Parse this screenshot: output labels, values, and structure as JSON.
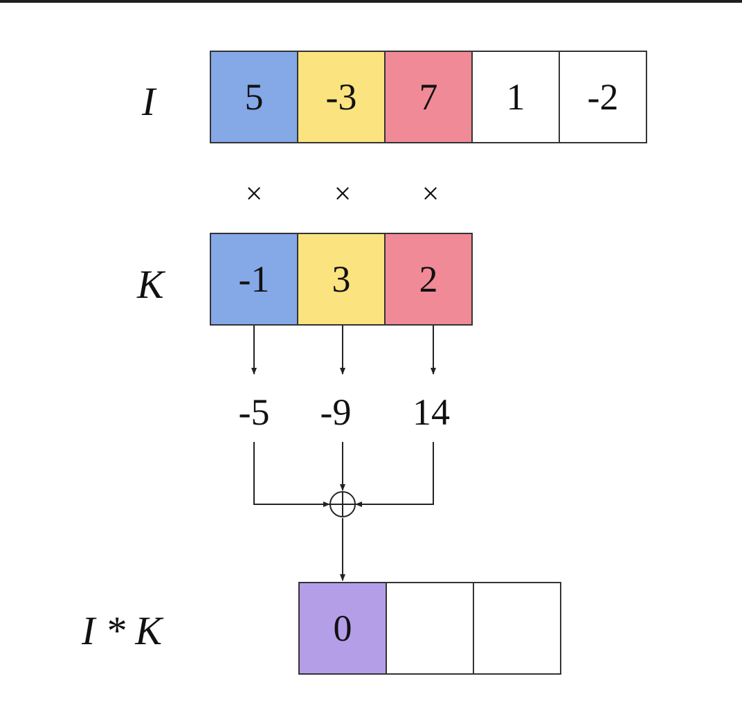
{
  "labels": {
    "input": "I",
    "kernel": "K",
    "output": "I * K"
  },
  "input_cells": [
    {
      "value": "5",
      "color": "#85a8e6"
    },
    {
      "value": "-3",
      "color": "#fbe37f"
    },
    {
      "value": "7",
      "color": "#f08a96"
    },
    {
      "value": "1",
      "color": "#ffffff"
    },
    {
      "value": "-2",
      "color": "#ffffff"
    }
  ],
  "multiply_symbols": [
    "×",
    "×",
    "×"
  ],
  "kernel_cells": [
    {
      "value": "-1",
      "color": "#85a8e6"
    },
    {
      "value": "3",
      "color": "#fbe37f"
    },
    {
      "value": "2",
      "color": "#f08a96"
    }
  ],
  "products": [
    "-5",
    "-9",
    "14"
  ],
  "sum_symbol": "⊕",
  "output_cells": [
    {
      "value": "0",
      "color": "#b49ee8"
    },
    {
      "value": "",
      "color": "#ffffff"
    },
    {
      "value": "",
      "color": "#ffffff"
    }
  ]
}
